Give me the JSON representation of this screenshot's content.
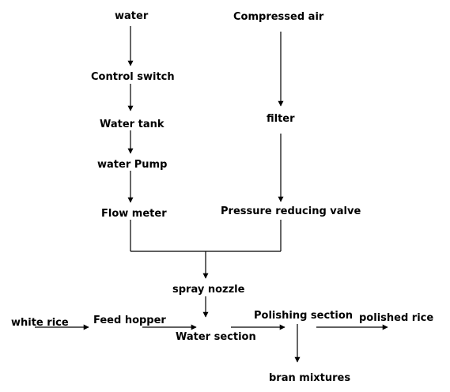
{
  "diagram": {
    "nodes": {
      "water": "water",
      "control_switch": "Control switch",
      "water_tank": "Water tank",
      "water_pump": "water Pump",
      "flow_meter": "Flow meter",
      "compressed_air": "Compressed air",
      "filter": "filter",
      "pressure_reducing_valve": "Pressure reducing valve",
      "spray_nozzle": "spray nozzle",
      "white_rice": "white rice",
      "feed_hopper": "Feed hopper",
      "water_section": "Water section",
      "polishing_section": "Polishing section",
      "polished_rice": "polished rice",
      "bran_mixtures": "bran mixtures"
    },
    "colors": {
      "line": "#000000",
      "text": "#000000",
      "background": "#ffffff"
    }
  }
}
